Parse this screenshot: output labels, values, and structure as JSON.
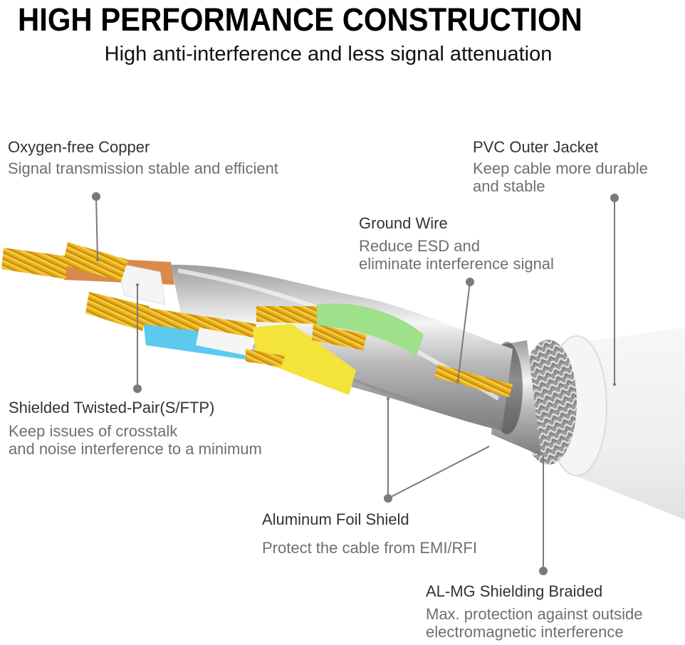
{
  "header": {
    "title": "HIGH PERFORMANCE CONSTRUCTION",
    "subtitle": "High anti-interference and less signal attenuation"
  },
  "callouts": [
    {
      "id": "oxygen-free-copper",
      "title": "Oxygen-free Copper",
      "desc": [
        "Signal transmission stable and efficient"
      ]
    },
    {
      "id": "pvc-outer-jacket",
      "title": "PVC Outer Jacket",
      "desc": [
        "Keep cable more durable",
        "and stable"
      ]
    },
    {
      "id": "ground-wire",
      "title": "Ground Wire",
      "desc": [
        "Reduce ESD and",
        "eliminate interference signal"
      ]
    },
    {
      "id": "shielded-twisted-pair",
      "title": "Shielded Twisted-Pair(S/FTP)",
      "desc": [
        "Keep issues of crosstalk",
        "and noise interference to a minimum"
      ]
    },
    {
      "id": "aluminum-foil-shield",
      "title": "Aluminum Foil Shield",
      "desc": [
        "Protect the cable from EMI/RFI"
      ]
    },
    {
      "id": "al-mg-shielding-braided",
      "title": "AL-MG Shielding Braided",
      "desc": [
        "Max. protection against outside",
        "electromagnetic interference"
      ]
    }
  ],
  "colors": {
    "copper": "#f2c21b",
    "copper_dark": "#b5820a",
    "orange_insulation": "#d98a4a",
    "blue_insulation": "#5cc9ee",
    "green_insulation": "#9fe08a",
    "yellow_insulation": "#f3e33a",
    "foil": "#c9c9c9",
    "jacket": "#f2f2f2",
    "leader": "#7a7a7a"
  }
}
